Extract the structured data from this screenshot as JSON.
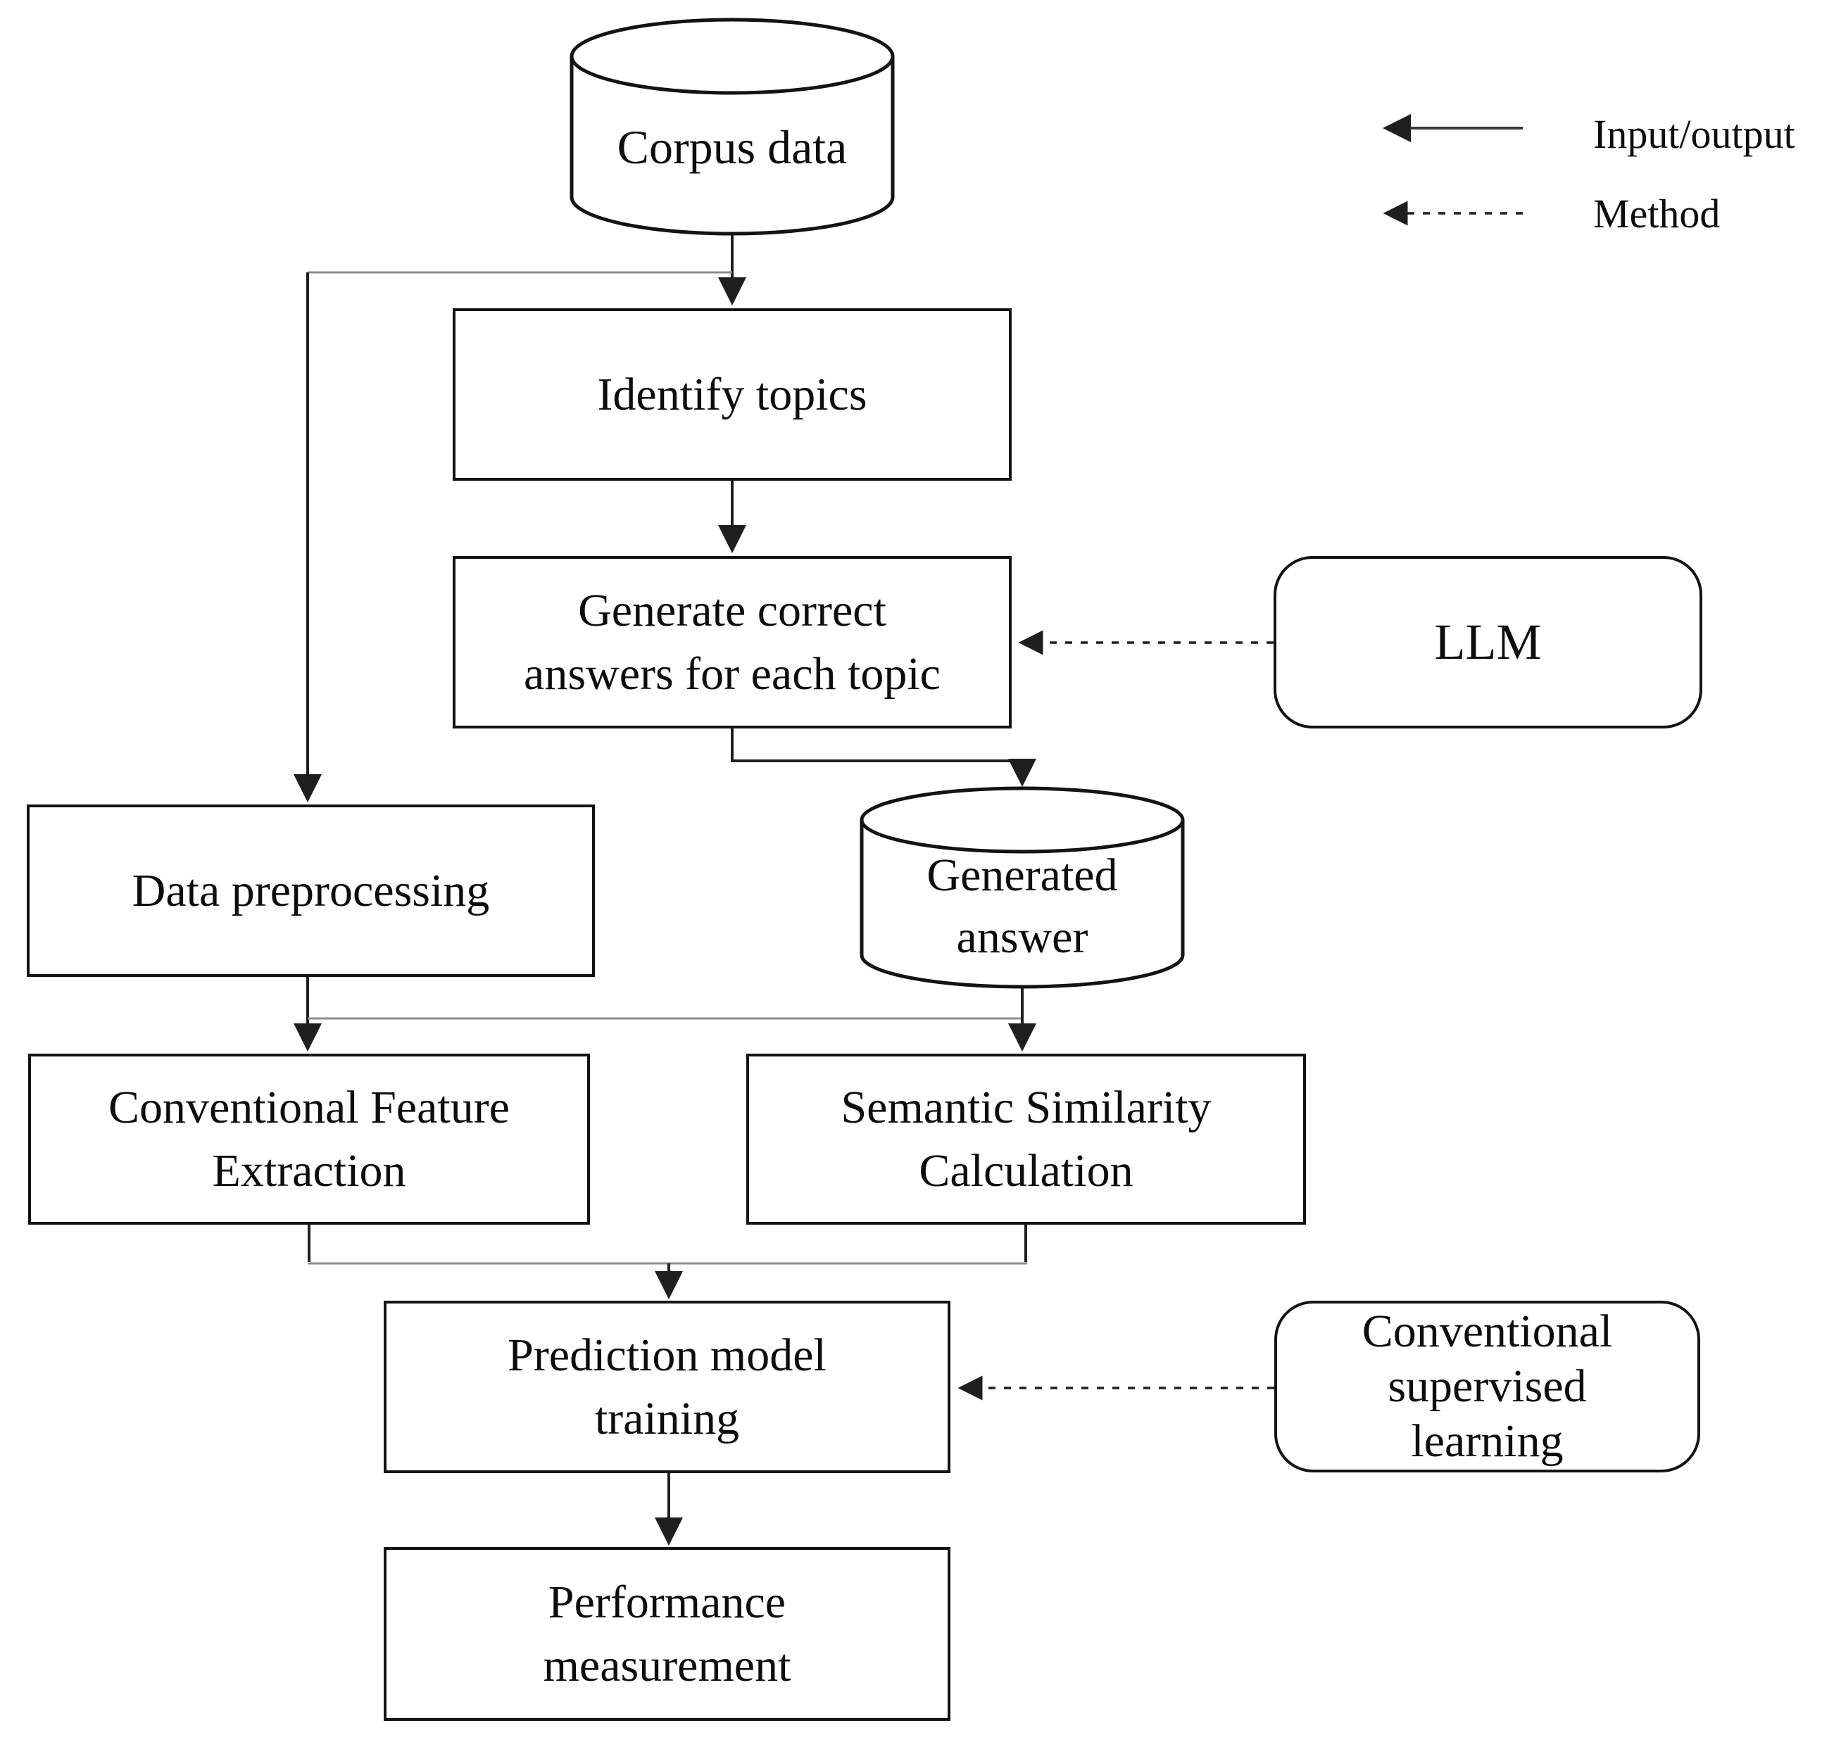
{
  "diagram": {
    "type": "flowchart",
    "nodes": {
      "corpus": {
        "label": "Corpus data",
        "shape": "cylinder"
      },
      "identify": {
        "label": "Identify topics",
        "shape": "rect"
      },
      "generate": {
        "label": "Generate correct\nanswers for each topic",
        "shape": "rect"
      },
      "llm": {
        "label": "LLM",
        "shape": "rounded-rect"
      },
      "preprocess": {
        "label": "Data preprocessing",
        "shape": "rect"
      },
      "generated_answer": {
        "label": "Generated\nanswer",
        "shape": "cylinder"
      },
      "feature_extraction": {
        "label": "Conventional Feature\nExtraction",
        "shape": "rect"
      },
      "semantic_similarity": {
        "label": "Semantic Similarity\nCalculation",
        "shape": "rect"
      },
      "prediction": {
        "label": "Prediction model\ntraining",
        "shape": "rect"
      },
      "supervised_learning": {
        "label": "Conventional\nsupervised\nlearning",
        "shape": "rounded-rect"
      },
      "performance": {
        "label": "Performance\nmeasurement",
        "shape": "rect"
      }
    },
    "edges": [
      {
        "from": "corpus",
        "to": "identify",
        "style": "solid"
      },
      {
        "from": "corpus",
        "to": "preprocess",
        "style": "solid"
      },
      {
        "from": "identify",
        "to": "generate",
        "style": "solid"
      },
      {
        "from": "llm",
        "to": "generate",
        "style": "dashed"
      },
      {
        "from": "generate",
        "to": "generated_answer",
        "style": "solid"
      },
      {
        "from": "preprocess",
        "to": "feature_extraction",
        "style": "solid"
      },
      {
        "from": "preprocess",
        "to": "semantic_similarity",
        "style": "solid"
      },
      {
        "from": "generated_answer",
        "to": "semantic_similarity",
        "style": "solid"
      },
      {
        "from": "generated_answer",
        "to": "feature_extraction",
        "style": "solid"
      },
      {
        "from": "feature_extraction",
        "to": "prediction",
        "style": "solid"
      },
      {
        "from": "semantic_similarity",
        "to": "prediction",
        "style": "solid"
      },
      {
        "from": "supervised_learning",
        "to": "prediction",
        "style": "dashed"
      },
      {
        "from": "prediction",
        "to": "performance",
        "style": "solid"
      }
    ],
    "legend": {
      "solid_label": "Input/output",
      "dashed_label": "Method"
    },
    "colors": {
      "background": "#ffffff",
      "line": "#1f1f1f",
      "gray_line": "#8c8c8c",
      "border": "#131313",
      "text": "#0d0d0d"
    }
  }
}
